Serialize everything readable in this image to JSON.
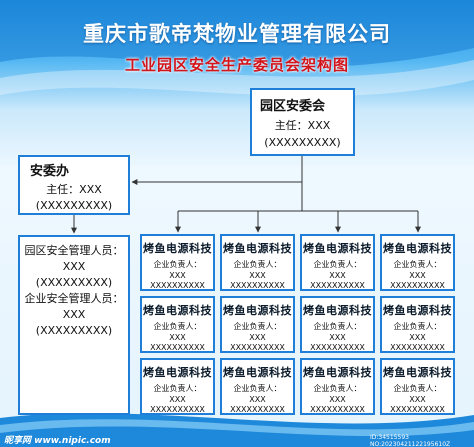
{
  "header": {
    "title": "重庆市歌帝梵物业管理有限公司",
    "subtitle": "工业园区安全生产委员会架构图"
  },
  "committee": {
    "name": "园区安委会",
    "director_line": "主任：XXX",
    "phone": "(XXXXXXXXX)"
  },
  "office": {
    "name": "安委办",
    "director_line": "主任：XXX",
    "phone": "(XXXXXXXXX)"
  },
  "managers": {
    "lines": [
      "园区安全管理人员：",
      "XXX",
      "(XXXXXXXXX)",
      "企业安全管理人员：",
      "XXX",
      "(XXXXXXXXX)"
    ]
  },
  "companies": [
    {
      "name": "烤鱼电源科技",
      "label": "企业负责人：",
      "person": "XXX",
      "phone": "XXXXXXXXXX"
    },
    {
      "name": "烤鱼电源科技",
      "label": "企业负责人：",
      "person": "XXX",
      "phone": "XXXXXXXXXX"
    },
    {
      "name": "烤鱼电源科技",
      "label": "企业负责人：",
      "person": "XXX",
      "phone": "XXXXXXXXXX"
    },
    {
      "name": "烤鱼电源科技",
      "label": "企业负责人：",
      "person": "XXX",
      "phone": "XXXXXXXXXX"
    },
    {
      "name": "烤鱼电源科技",
      "label": "企业负责人：",
      "person": "XXX",
      "phone": "XXXXXXXXXX"
    },
    {
      "name": "烤鱼电源科技",
      "label": "企业负责人：",
      "person": "XXX",
      "phone": "XXXXXXXXXX"
    },
    {
      "name": "烤鱼电源科技",
      "label": "企业负责人：",
      "person": "XXX",
      "phone": "XXXXXXXXXX"
    },
    {
      "name": "烤鱼电源科技",
      "label": "企业负责人：",
      "person": "XXX",
      "phone": "XXXXXXXXXX"
    },
    {
      "name": "烤鱼电源科技",
      "label": "企业负责人：",
      "person": "XXX",
      "phone": "XXXXXXXXXX"
    },
    {
      "name": "烤鱼电源科技",
      "label": "企业负责人：",
      "person": "XXX",
      "phone": "XXXXXXXXXX"
    },
    {
      "name": "烤鱼电源科技",
      "label": "企业负责人：",
      "person": "XXX",
      "phone": "XXXXXXXXXX"
    },
    {
      "name": "烤鱼电源科技",
      "label": "企业负责人：",
      "person": "XXX",
      "phone": "XXXXXXXXXX"
    }
  ],
  "watermark": {
    "site": "昵享网 www.nipic.com",
    "id": "ID:34515593 NO:20230421122195610Z"
  },
  "colors": {
    "border": "#1f7fd8",
    "title": "#ffffff",
    "subtitle": "#d4141b",
    "connector": "#333333"
  }
}
